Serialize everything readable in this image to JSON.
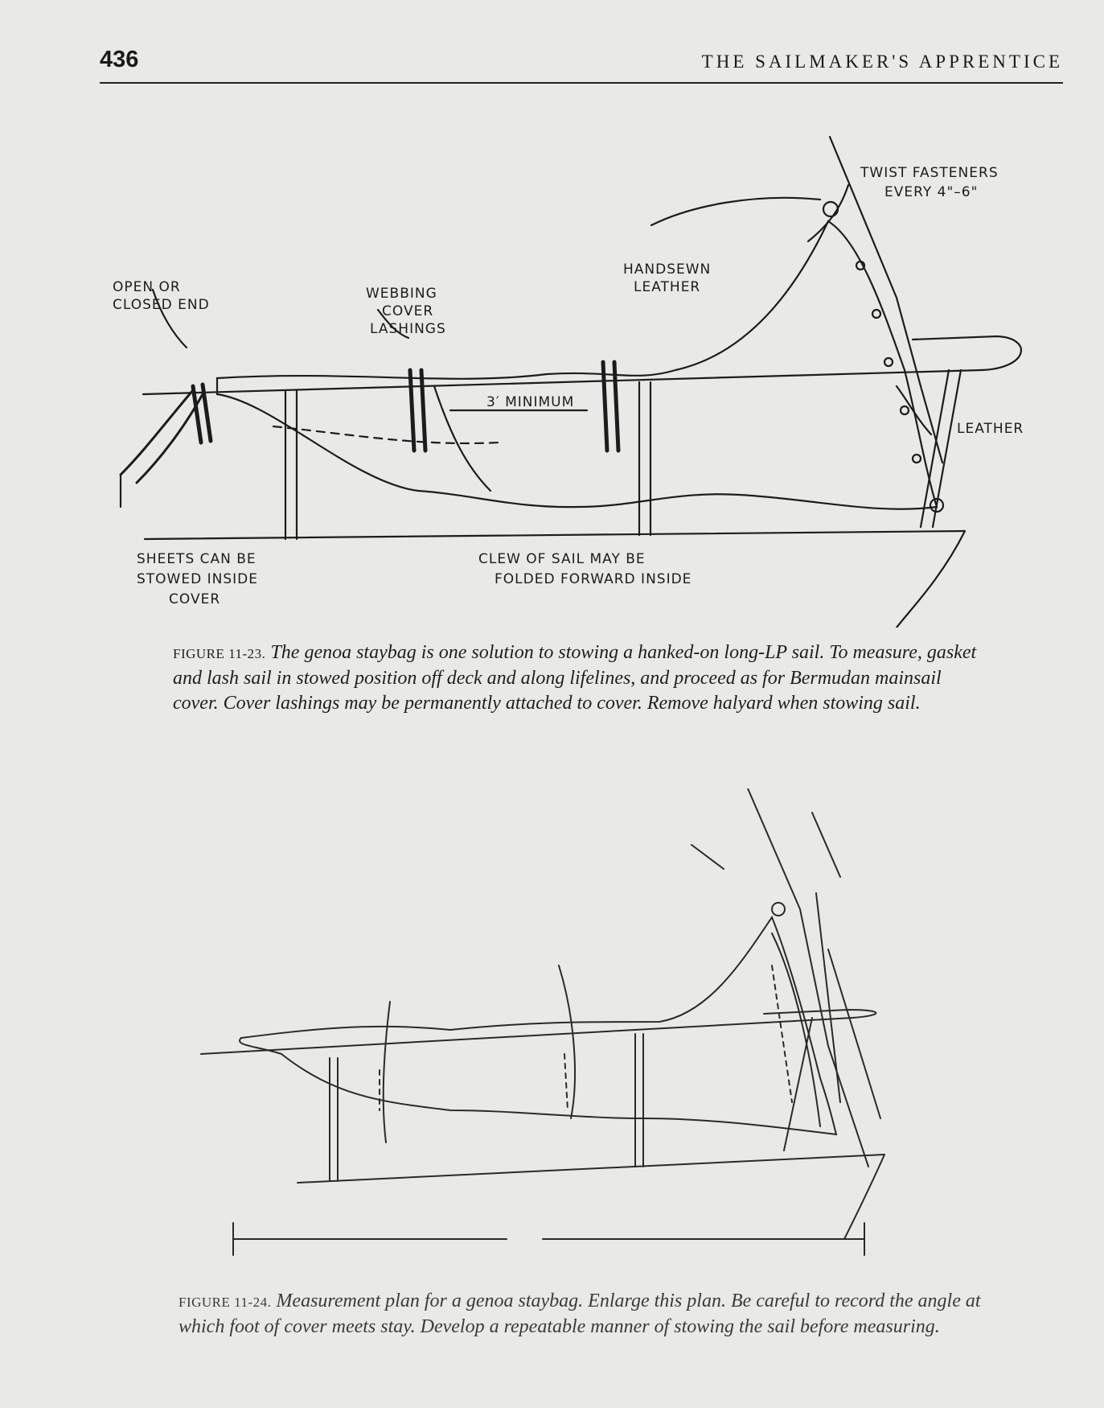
{
  "header": {
    "page_number": "436",
    "running_title": "THE SAILMAKER'S APPRENTICE"
  },
  "figure_1": {
    "labels": {
      "twist_fasteners_line1": "TWIST FASTENERS",
      "twist_fasteners_line2": "EVERY 4\"–6\"",
      "handsewn_line1": "HANDSEWN",
      "handsewn_line2": "LEATHER",
      "open_end_line1": "OPEN OR",
      "open_end_line2": "CLOSED END",
      "webbing_line1": "WEBBING",
      "webbing_line2": "COVER",
      "webbing_line3": "LASHINGS",
      "minimum": "3′ MINIMUM",
      "leather": "LEATHER",
      "sheets_line1": "SHEETS CAN BE",
      "sheets_line2": "STOWED INSIDE",
      "sheets_line3": "COVER",
      "clew_line1": "CLEW OF SAIL MAY BE",
      "clew_line2": "FOLDED FORWARD INSIDE"
    },
    "caption_label": "FIGURE 11-23.",
    "caption_text": "The genoa staybag is one solution to stowing a hanked-on long-LP sail. To measure, gasket and lash sail in stowed position off deck and along lifelines, and proceed as for Bermudan mainsail cover. Cover lashings may be permanently attached to cover. Remove halyard when stowing sail."
  },
  "figure_2": {
    "caption_label": "FIGURE 11-24.",
    "caption_text": "Measurement plan for a genoa staybag. Enlarge this plan. Be careful to record the angle at which foot of cover meets stay. Develop a repeatable manner of stowing the sail before measuring."
  }
}
